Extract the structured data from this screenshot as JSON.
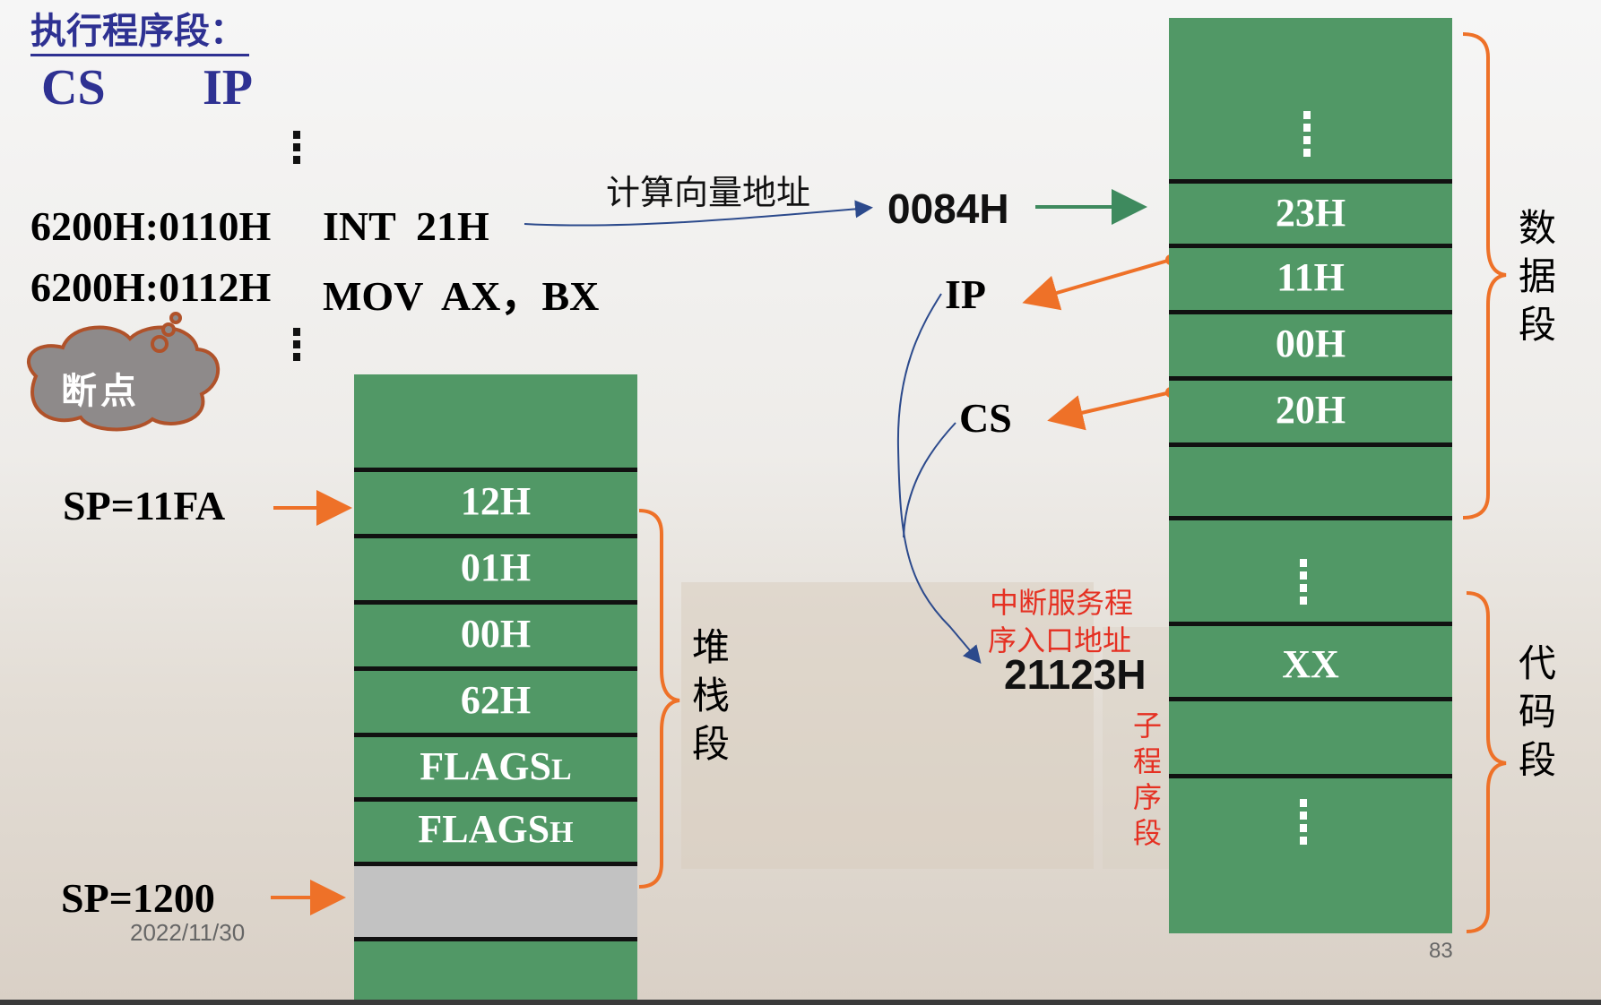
{
  "title": "执行程序段：",
  "registers": {
    "cs": "CS",
    "ip": "IP"
  },
  "code_lines": [
    {
      "addr": "6200H:0110H",
      "instr": "INT  21H"
    },
    {
      "addr": "6200H:0112H",
      "instr": "MOV  AX，BX"
    }
  ],
  "breakpoint_label": "断点",
  "compute_label": "计算向量地址",
  "vector_address": "0084H",
  "ip_label": "IP",
  "cs_label": "CS",
  "isr_label_line1": "中断服务程",
  "isr_label_line2": "序入口地址",
  "isr_address": "21123H",
  "sp_top": "SP=11FA",
  "sp_bottom": "SP=1200",
  "date": "2022/11/30",
  "page_number": "83",
  "stack": {
    "cells": [
      "12H",
      "01H",
      "00H",
      "62H",
      "FLAGS",
      "FLAGS"
    ],
    "flag_subscripts": [
      "L",
      "H"
    ],
    "label": [
      "堆",
      "栈",
      "段"
    ]
  },
  "memory": {
    "cells": [
      "23H",
      "11H",
      "00H",
      "20H"
    ],
    "code_cell": "XX",
    "data_label": [
      "数",
      "据",
      "段"
    ],
    "code_label": [
      "代",
      "码",
      "段"
    ],
    "sub_label": [
      "子",
      "程",
      "序",
      "段"
    ]
  },
  "colors": {
    "cell_green": "#519866",
    "arrow_orange": "#ee7128",
    "title_blue": "#2e3192",
    "red_text": "#e53022"
  }
}
